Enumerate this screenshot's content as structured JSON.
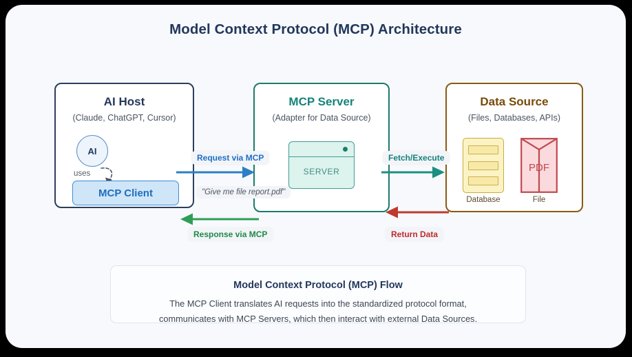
{
  "diagram": {
    "title": "Model Context Protocol (MCP) Architecture"
  },
  "nodes": {
    "ai_host": {
      "title": "AI Host",
      "subtitle": "(Claude, ChatGPT, Cursor)",
      "circle_label": "AI",
      "uses_label": "uses",
      "client_label": "MCP Client"
    },
    "mcp_server": {
      "title": "MCP Server",
      "subtitle": "(Adapter for Data Source)",
      "icon_label": "SERVER"
    },
    "data_source": {
      "title": "Data Source",
      "subtitle": "(Files, Databases, APIs)",
      "database_caption": "Database",
      "file_caption": "File",
      "file_type_label": "PDF"
    }
  },
  "edges": {
    "request": "Request via MCP",
    "request_note": "\"Give me file report.pdf\"",
    "response": "Response via MCP",
    "fetch": "Fetch/Execute",
    "return": "Return Data"
  },
  "footer": {
    "title": "Model Context Protocol (MCP) Flow",
    "line1": "The MCP Client translates AI requests into the standardized protocol format,",
    "line2": "communicates with MCP Servers, which then interact with external Data Sources."
  },
  "colors": {
    "ai_host_border": "#2c3e5c",
    "mcp_server_border": "#1c7a6e",
    "data_source_border": "#8a5a13",
    "request_arrow": "#2c7fc4",
    "response_arrow": "#2e9e57",
    "fetch_arrow": "#1c8f80",
    "return_arrow": "#c0392b",
    "panel_bg": "#f7f9fc"
  }
}
